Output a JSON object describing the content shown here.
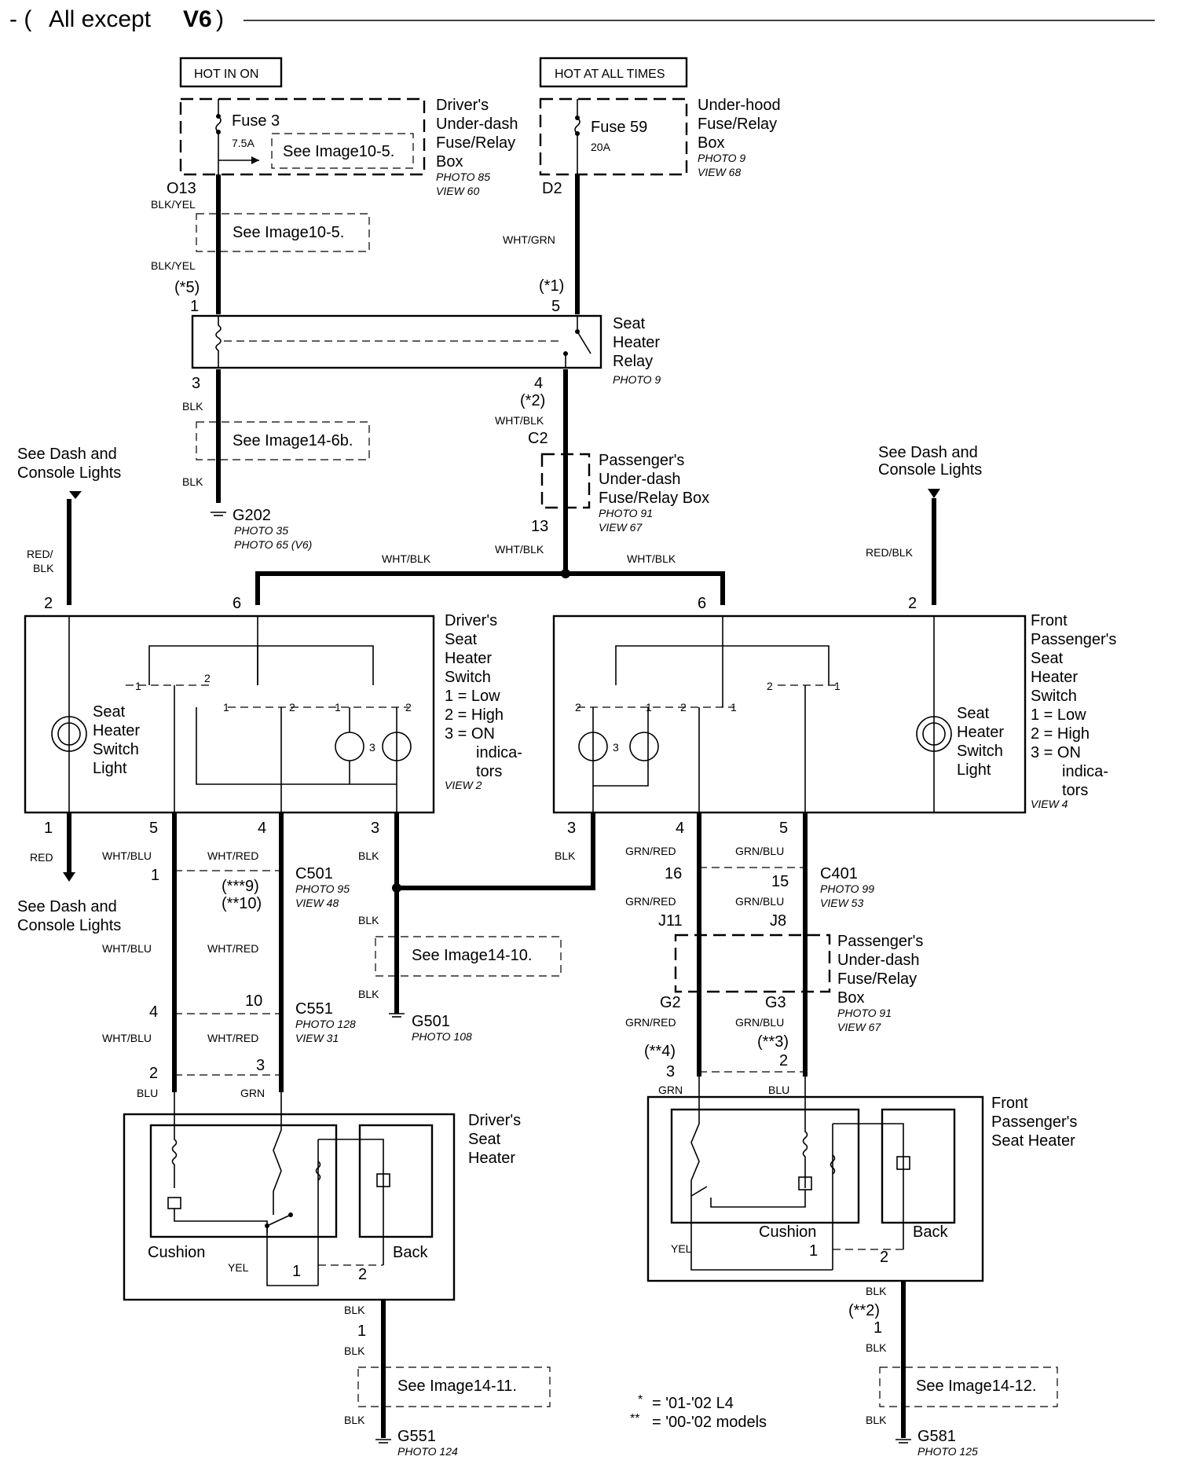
{
  "title": {
    "prefix": "- (",
    "text": "All except ",
    "bold": "V6",
    ")": ")"
  },
  "headers": {
    "hot_in_on": "HOT IN ON",
    "hot_always": "HOT AT ALL TIMES"
  },
  "fuse3": {
    "name": "Fuse 3",
    "amp": "7.5A",
    "see": "See Image10-5."
  },
  "fuse59": {
    "name": "Fuse 59",
    "amp": "20A"
  },
  "driver_fuse_box": {
    "l1": "Driver's",
    "l2": "Under-dash",
    "l3": "Fuse/Relay",
    "l4": "Box",
    "photo": "PHOTO 85",
    "view": "VIEW 60"
  },
  "underhood_box": {
    "l1": "Under-hood",
    "l2": "Fuse/Relay",
    "l3": "Box",
    "photo": "PHOTO 9",
    "view": "VIEW 68"
  },
  "relay": {
    "l1": "Seat",
    "l2": "Heater",
    "l3": "Relay",
    "photo": "PHOTO 9"
  },
  "pass_fuse_box": {
    "l1": "Passenger's",
    "l2": "Under-dash",
    "l3": "Fuse/Relay Box",
    "photo": "PHOTO 91",
    "view": "VIEW 67"
  },
  "pass_fuse_box2": {
    "l1": "Passenger's",
    "l2": "Under-dash",
    "l3": "Fuse/Relay",
    "l4": "Box",
    "photo": "PHOTO 91",
    "view": "VIEW 67"
  },
  "see_dash": {
    "l1": "See Dash and",
    "l2": "Console Lights"
  },
  "refs": {
    "r105": "See Image10-5.",
    "r146b": "See Image14-6b.",
    "r1410": "See Image14-10.",
    "r1411": "See Image14-11.",
    "r1412": "See Image14-12."
  },
  "grounds": {
    "g202": "G202",
    "g202p1": "PHOTO 35",
    "g202p2": "PHOTO 65 (V6)",
    "g501": "G501",
    "g501p": "PHOTO 108",
    "g551": "G551",
    "g551p": "PHOTO 124",
    "g581": "G581",
    "g581p": "PHOTO 125"
  },
  "driver_switch": {
    "l1": "Driver's",
    "l2": "Seat",
    "l3": "Heater",
    "l4": "Switch",
    "l5": "1 =  Low",
    "l6": "2 =  High",
    "l7": "3 =  ON",
    "l8": "indica-",
    "l9": "tors",
    "view": "VIEW 2"
  },
  "pass_switch": {
    "l1": "Front",
    "l2": "Passenger's",
    "l3": "Seat",
    "l4": "Heater",
    "l5": "Switch",
    "l6": "1 =  Low",
    "l7": "2 =  High",
    "l8": "3 =  ON",
    "l9": "indica-",
    "l10": "tors",
    "view": "VIEW 4"
  },
  "switch_light": {
    "l1": "Seat",
    "l2": "Heater",
    "l3": "Switch",
    "l4": "Light"
  },
  "c501": {
    "name": "C501",
    "photo": "PHOTO 95",
    "view": "VIEW 48",
    "n1": "(***9)",
    "n2": "(**10)"
  },
  "c551": {
    "name": "C551",
    "photo": "PHOTO 128",
    "view": "VIEW 31"
  },
  "c401": {
    "name": "C401",
    "photo": "PHOTO 99",
    "view": "VIEW 53"
  },
  "driver_heater": {
    "l1": "Driver's",
    "l2": "Seat",
    "l3": "Heater",
    "cushion": "Cushion",
    "back": "Back"
  },
  "pass_heater": {
    "l1": "Front",
    "l2": "Passenger's",
    "l3": "Seat Heater",
    "cushion": "Cushion",
    "back": "Back"
  },
  "wires": {
    "blkyel": "BLK/YEL",
    "whtgrn": "WHT/GRN",
    "blk": "BLK",
    "whtblk": "WHT/BLK",
    "redblk": "RED/BLK",
    "redblk2a": "RED/",
    "redblk2b": "BLK",
    "red": "RED",
    "whtblu": "WHT/BLU",
    "whtred": "WHT/RED",
    "grnred": "GRN/RED",
    "grnblu": "GRN/BLU",
    "blu": "BLU",
    "grn": "GRN",
    "yel": "YEL"
  },
  "pins": {
    "o13": "O13",
    "d2": "D2",
    "c2": "C2",
    "i13": "13",
    "j11": "J11",
    "j8": "J8",
    "g2": "G2",
    "g3": "G3",
    "n1": "1",
    "n2": "2",
    "n3": "3",
    "n4": "4",
    "n5": "5",
    "n6": "6",
    "n10": "10",
    "n15": "15",
    "n16": "16",
    "a5": "(*5)",
    "a1": "(*1)",
    "a2": "(*2)",
    "aa4": "(**4)",
    "aa3": "(**3)",
    "aa2": "(**2)"
  },
  "legend": {
    "s1": "*",
    "e1": "=  '01-'02 L4",
    "s2": "**",
    "e2": "=  '00-'02 models"
  }
}
